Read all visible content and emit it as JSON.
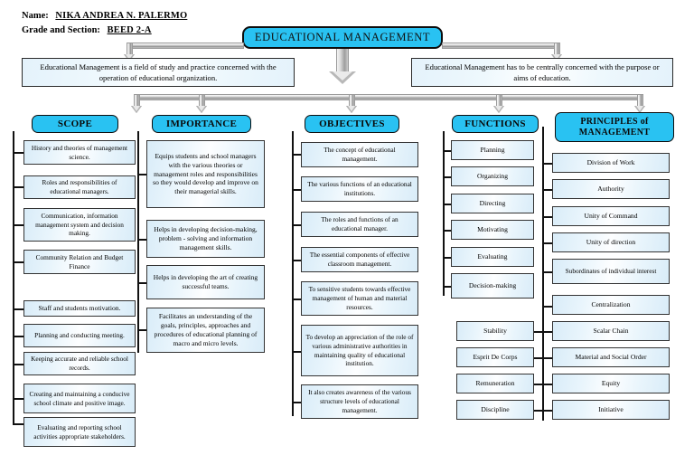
{
  "header": {
    "name_label": "Name:",
    "name_value": "NIKA ANDREA N. PALERMO",
    "grade_label": "Grade and Section:",
    "grade_value": "BEED 2-A"
  },
  "title": "EDUCATIONAL MANAGEMENT",
  "definitions": [
    "Educational Management is a field of study and practice concerned with the operation of educational organization.",
    "Educational Management has to be centrally concerned with the purpose or aims of education."
  ],
  "colors": {
    "header_pill": "#29c2f2",
    "item_fill": "#e6f4fc",
    "outline": "#111111",
    "connector": "#b4b4b4"
  },
  "columns": [
    {
      "id": "scope",
      "heading": "SCOPE",
      "items": [
        "History and theories of management science.",
        "Roles and responsibilities of educational managers.",
        "Communication, information management system and decision making.",
        "Community Relation and Budget Finance",
        "Staff and students motivation.",
        "Planning and conducting meeting.",
        "Keeping accurate and reliable school records.",
        "Creating and maintaining a conducive school climate and positive image.",
        "Evaluating and reporting school activities appropriate stakeholders."
      ]
    },
    {
      "id": "importance",
      "heading": "IMPORTANCE",
      "items": [
        "Equips students and school managers with the various theories or management roles and responsibilities so they would develop and improve on their managerial skills.",
        "Helps in developing decision-making, problem - solving and information management skills.",
        "Helps in developing the art of creating successful teams.",
        "Facilitates an understanding of the goals, principles, approaches and procedures of educational planning of macro and micro levels."
      ]
    },
    {
      "id": "objectives",
      "heading": "OBJECTIVES",
      "items": [
        "The concept of educational management.",
        "The various functions of an educational institutions.",
        "The roles and functions of an educational manager.",
        "The essential components of effective classroom management.",
        "To sensitive students towards effective management of human and material resources.",
        "To develop an appreciation of the role of various administrative authorities in maintaining quality of educational institution.",
        "It also creates awareness of the various structure levels of educational management."
      ]
    },
    {
      "id": "functions",
      "heading": "FUNCTIONS",
      "items": [
        "Planning",
        "Organizing",
        "Directing",
        "Motivating",
        "Evaluating",
        "Decision-making"
      ],
      "extra_items": [
        "Stability",
        "Esprit De Corps",
        "Remuneration",
        "Discipline"
      ]
    },
    {
      "id": "principles",
      "heading": "PRINCIPLES of MANAGEMENT",
      "heading_line1": "PRINCIPLES of",
      "heading_line2": "MANAGEMENT",
      "items": [
        "Division of Work",
        "Authority",
        "Unity of Command",
        "Unity of direction",
        "Subordinates of individual interest",
        "Centralization",
        "Scalar Chain",
        "Material and Social Order",
        "Equity",
        "Initiative"
      ]
    }
  ]
}
